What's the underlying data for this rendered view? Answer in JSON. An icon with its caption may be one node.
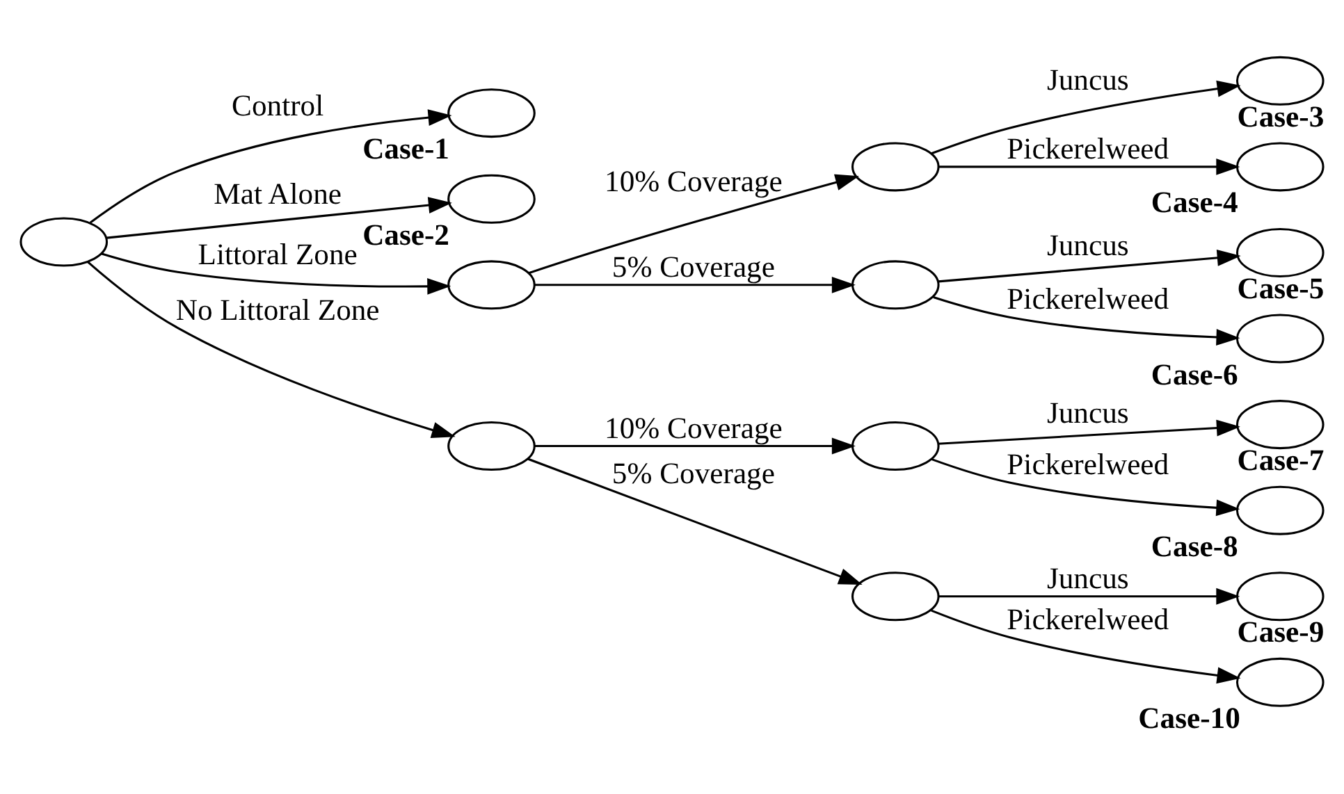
{
  "diagram": {
    "nodes": [
      {
        "text": [],
        "shape": "ellipse"
      },
      {
        "text": [],
        "shape": "ellipse",
        "beside": [
          "Case-1"
        ]
      },
      {
        "text": [],
        "shape": "ellipse",
        "beside": [
          "Case-2"
        ]
      },
      {
        "text": [],
        "shape": "ellipse"
      },
      {
        "text": [],
        "shape": "ellipse"
      },
      {
        "text": [],
        "shape": "ellipse"
      },
      {
        "text": [],
        "shape": "ellipse"
      },
      {
        "text": [],
        "shape": "ellipse",
        "beside": [
          "Case-3"
        ]
      },
      {
        "text": [],
        "shape": "ellipse",
        "beside": [
          "Case-4"
        ]
      },
      {
        "text": [],
        "shape": "ellipse",
        "beside": [
          "Case-5"
        ]
      },
      {
        "text": [],
        "shape": "ellipse",
        "beside": [
          "Case-6"
        ]
      },
      {
        "text": [],
        "shape": "ellipse"
      },
      {
        "text": [],
        "shape": "ellipse"
      },
      {
        "text": [],
        "shape": "ellipse",
        "beside": [
          "Case-7"
        ]
      },
      {
        "text": [],
        "shape": "ellipse",
        "beside": [
          "Case-8"
        ]
      },
      {
        "text": [],
        "shape": "ellipse",
        "beside": [
          "Case-9"
        ]
      },
      {
        "text": [],
        "shape": "ellipse",
        "beside": [
          "Case-10"
        ]
      }
    ],
    "edges": [
      {
        "from": 0,
        "to": 1,
        "arrow": "to",
        "label": "Control"
      },
      {
        "from": 0,
        "to": 2,
        "arrow": "to",
        "label": "Mat Alone"
      },
      {
        "from": 0,
        "to": 3,
        "arrow": "to",
        "label": "Littoral Zone"
      },
      {
        "from": 0,
        "to": 4,
        "arrow": "to",
        "label": "No Littoral Zone"
      },
      {
        "from": 3,
        "to": 5,
        "arrow": "to",
        "label": "10% Coverage"
      },
      {
        "from": 3,
        "to": 6,
        "arrow": "to",
        "label": "5% Coverage"
      },
      {
        "from": 5,
        "to": 7,
        "arrow": "to",
        "label": "Juncus"
      },
      {
        "from": 5,
        "to": 8,
        "arrow": "to",
        "label": "Pickerelweed"
      },
      {
        "from": 6,
        "to": 9,
        "arrow": "to",
        "label": "Juncus"
      },
      {
        "from": 6,
        "to": 10,
        "arrow": "to",
        "label": "Pickerelweed"
      },
      {
        "from": 4,
        "to": 11,
        "arrow": "to",
        "label": "10% Coverage"
      },
      {
        "from": 4,
        "to": 12,
        "arrow": "to",
        "label": "5% Coverage"
      },
      {
        "from": 11,
        "to": 13,
        "arrow": "to",
        "label": "Juncus"
      },
      {
        "from": 11,
        "to": 14,
        "arrow": "to",
        "label": "Pickerelweed"
      },
      {
        "from": 12,
        "to": 15,
        "arrow": "to",
        "label": "Juncus"
      },
      {
        "from": 12,
        "to": 16,
        "arrow": "to",
        "label": "Pickerelweed"
      }
    ]
  }
}
